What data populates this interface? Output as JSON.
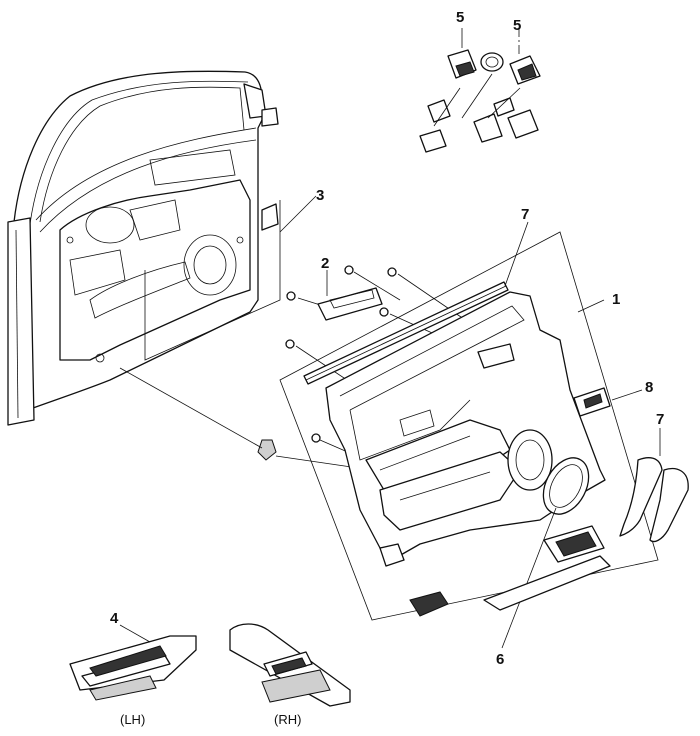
{
  "diagram": {
    "callouts": {
      "c1": "1",
      "c2": "2",
      "c3": "3",
      "c4": "4",
      "c5a": "5",
      "c5b": "5",
      "c6": "6",
      "c7a": "7",
      "c7b": "7",
      "c8": "8"
    },
    "captions": {
      "lh": "(LH)",
      "rh": "(RH)"
    }
  }
}
